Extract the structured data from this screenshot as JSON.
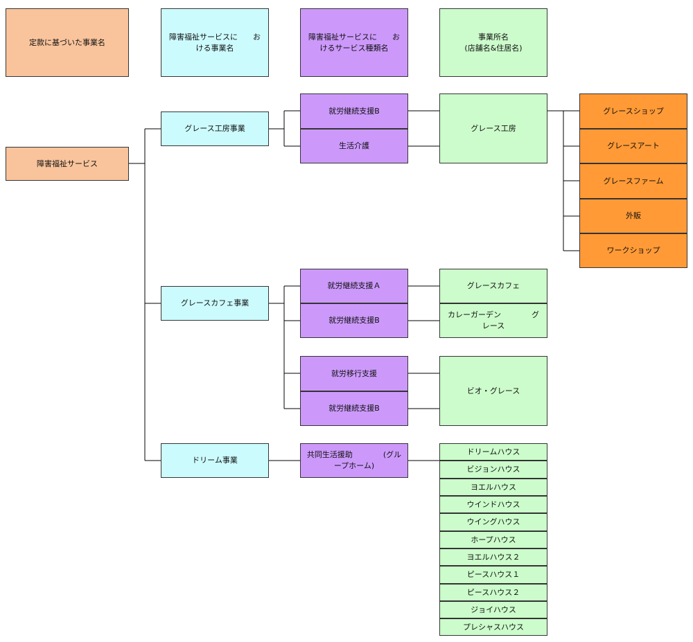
{
  "headers": {
    "col1": "定款に基づいた事業名",
    "col2": "障害福祉サービスに　　おける事業名",
    "col3": "障害福祉サービスに　　おけるサービス種類名",
    "col4": "事業所名　　　　　　　　(店舗名&住居名)"
  },
  "root": "障害福祉サービス",
  "businesses": {
    "kobo": "グレース工房事業",
    "cafe": "グレースカフェ事業",
    "dream": "ドリーム事業"
  },
  "services": {
    "kobo_b": "就労継続支援B",
    "kobo_kaigo": "生活介護",
    "cafe_a": "就労継続支援Ａ",
    "cafe_b": "就労継続支援B",
    "iko": "就労移行支援",
    "bio_b": "就労継続支援B",
    "group": "共同生活援助　　　　(グループホーム)"
  },
  "offices": {
    "kobo": "グレース工房",
    "cafe": "グレースカフェ",
    "curry": "カレーガーデン　　　　グレース",
    "bio": "ビオ・グレース"
  },
  "shops": [
    "グレースショップ",
    "グレースアート",
    "グレースファーム",
    "外販",
    "ワークショップ"
  ],
  "houses": [
    "ドリームハウス",
    "ビジョンハウス",
    "ヨエルハウス",
    "ウインドハウス",
    "ウイングハウス",
    "ホープハウス",
    "ヨエルハウス２",
    "ピースハウス１",
    "ピースハウス２",
    "ジョイハウス",
    "プレシャスハウス"
  ],
  "colors": {
    "peach": "#f9c49c",
    "cyan": "#ccfbfe",
    "purple": "#cc99fb",
    "green": "#ccfccb",
    "orange": "#ff9a36"
  }
}
